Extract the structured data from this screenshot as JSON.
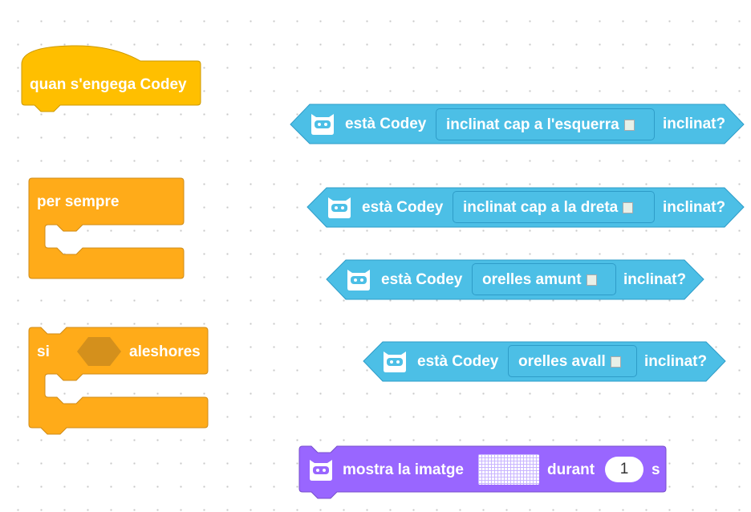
{
  "hat": {
    "label": "quan s'engega Codey"
  },
  "forever": {
    "label": "per sempre"
  },
  "if_block": {
    "if_label": "si",
    "then_label": "aleshores"
  },
  "tilt_blocks": [
    {
      "prefix": "està Codey",
      "option": "inclinat cap a l'esquerra",
      "suffix": "inclinat?"
    },
    {
      "prefix": "està Codey",
      "option": "inclinat cap a la dreta",
      "suffix": "inclinat?"
    },
    {
      "prefix": "està Codey",
      "option": "orelles amunt",
      "suffix": "inclinat?"
    },
    {
      "prefix": "està Codey",
      "option": "orelles avall",
      "suffix": "inclinat?"
    }
  ],
  "show_image": {
    "label": "mostra la imatge",
    "during": "durant",
    "seconds": "1",
    "unit": "s"
  },
  "colors": {
    "events": "#FFBF00",
    "control": "#FFAB19",
    "sensing": "#4CBFE6",
    "looks": "#9966FF"
  }
}
